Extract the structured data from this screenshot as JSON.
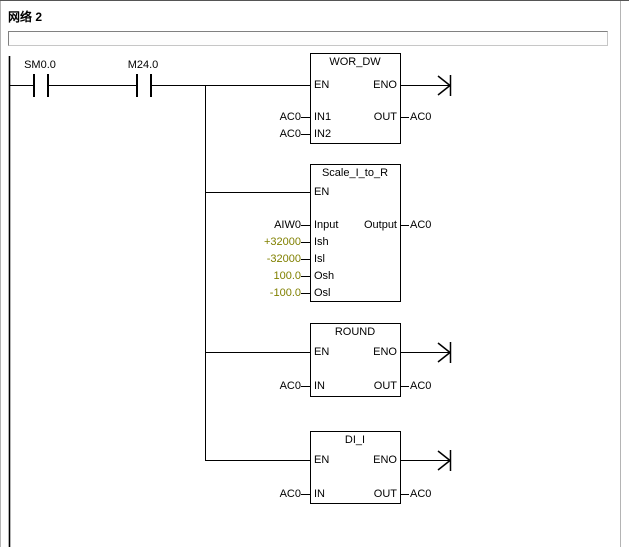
{
  "header": {
    "network_label": "网络 2",
    "comment": ""
  },
  "contacts": [
    {
      "label": "SM0.0"
    },
    {
      "label": "M24.0"
    }
  ],
  "blocks": [
    {
      "title": "WOR_DW",
      "en": "EN",
      "eno": "ENO",
      "inputs": [
        {
          "pin": "IN1",
          "operand": "AC0"
        },
        {
          "pin": "IN2",
          "operand": "AC0"
        }
      ],
      "outputs": [
        {
          "pin": "OUT",
          "operand": "AC0"
        }
      ]
    },
    {
      "title": "Scale_I_to_R",
      "en": "EN",
      "inputs": [
        {
          "pin": "Input",
          "operand": "AIW0"
        },
        {
          "pin": "Ish",
          "operand": "+32000"
        },
        {
          "pin": "Isl",
          "operand": "-32000"
        },
        {
          "pin": "Osh",
          "operand": "100.0"
        },
        {
          "pin": "Osl",
          "operand": "-100.0"
        }
      ],
      "outputs": [
        {
          "pin": "Output",
          "operand": "AC0"
        }
      ]
    },
    {
      "title": "ROUND",
      "en": "EN",
      "eno": "ENO",
      "inputs": [
        {
          "pin": "IN",
          "operand": "AC0"
        }
      ],
      "outputs": [
        {
          "pin": "OUT",
          "operand": "AC0"
        }
      ]
    },
    {
      "title": "DI_I",
      "en": "EN",
      "eno": "ENO",
      "inputs": [
        {
          "pin": "IN",
          "operand": "AC0"
        }
      ],
      "outputs": [
        {
          "pin": "OUT",
          "operand": "AC0"
        }
      ]
    }
  ],
  "colors": {
    "constant_operand": "#808000",
    "wire": "#000000"
  }
}
